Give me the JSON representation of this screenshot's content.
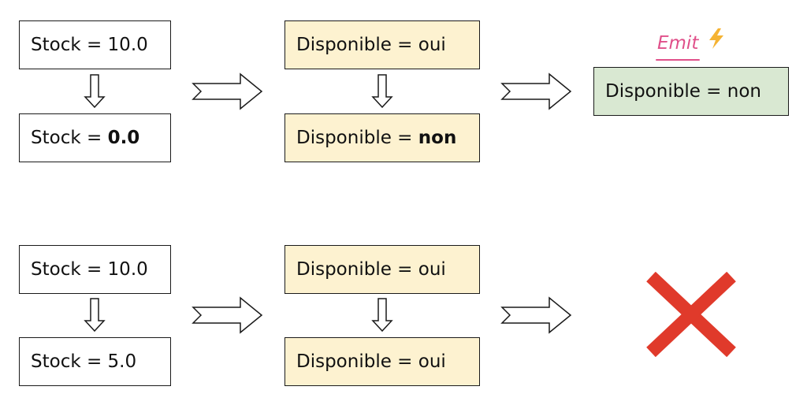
{
  "scenario_1": {
    "stock_before": "Stock = 10.0",
    "stock_after_prefix": "Stock = ",
    "stock_after_value": "0.0",
    "dispo_before": "Disponible = oui",
    "dispo_after_prefix": "Disponible = ",
    "dispo_after_value": "non",
    "emit_label": "Emit",
    "emit_icon": "lightning-bolt-icon",
    "result": "Disponible = non"
  },
  "scenario_2": {
    "stock_before": "Stock = 10.0",
    "stock_after": "Stock = 5.0",
    "dispo_before": "Disponible = oui",
    "dispo_after": "Disponible = oui",
    "result_icon": "red-cross-icon"
  },
  "colors": {
    "box_yellow": "#fdf2d0",
    "box_green": "#d9e8d2",
    "emit_pink": "#e0508a",
    "bolt_orange": "#f5b333",
    "cross_red": "#e03a2b"
  }
}
